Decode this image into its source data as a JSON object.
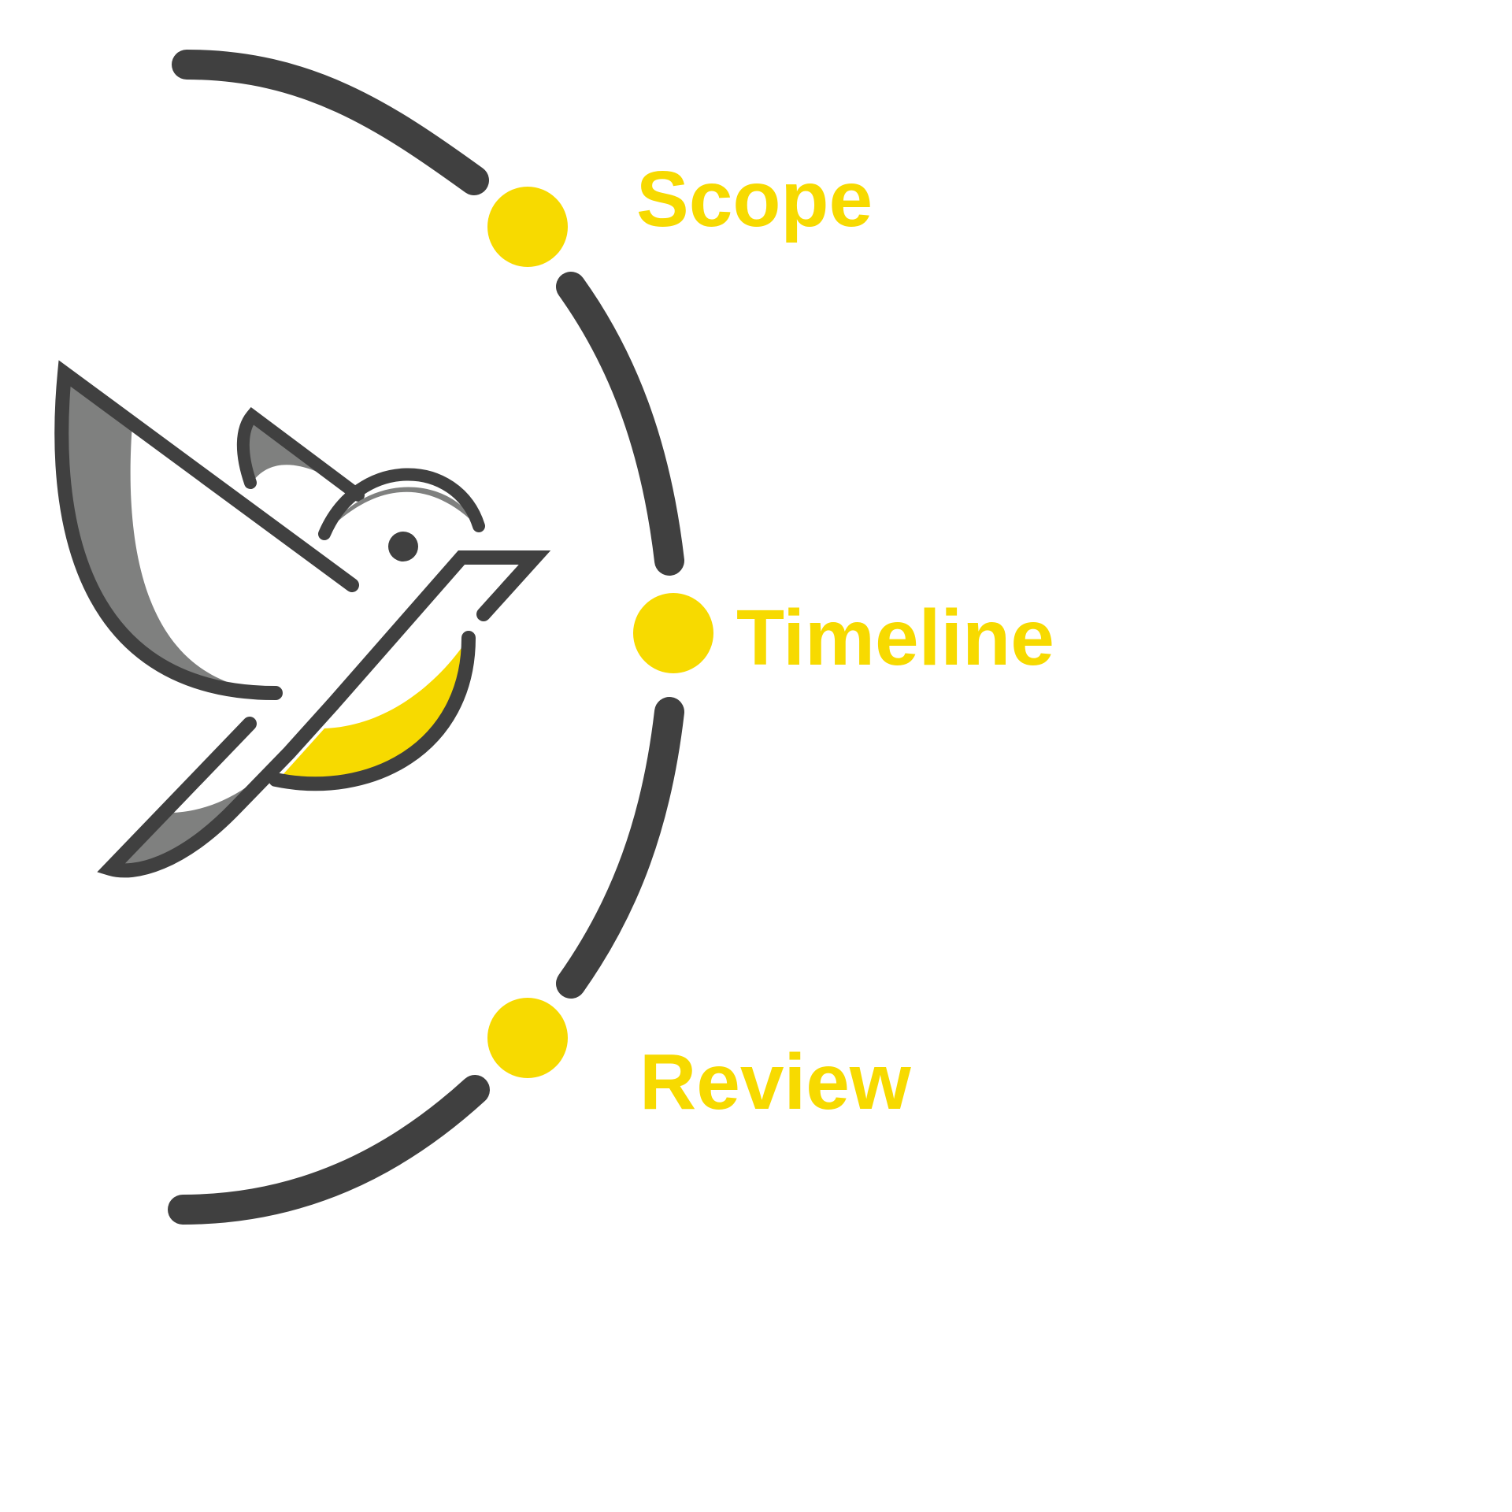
{
  "colors": {
    "accent": "#F7DA00",
    "stroke": "#404040",
    "wing_fill": "#7F807F",
    "background": "#FFFFFF"
  },
  "steps": [
    {
      "label": "Scope"
    },
    {
      "label": "Timeline"
    },
    {
      "label": "Review"
    }
  ],
  "logo": {
    "icon": "bird-icon"
  }
}
